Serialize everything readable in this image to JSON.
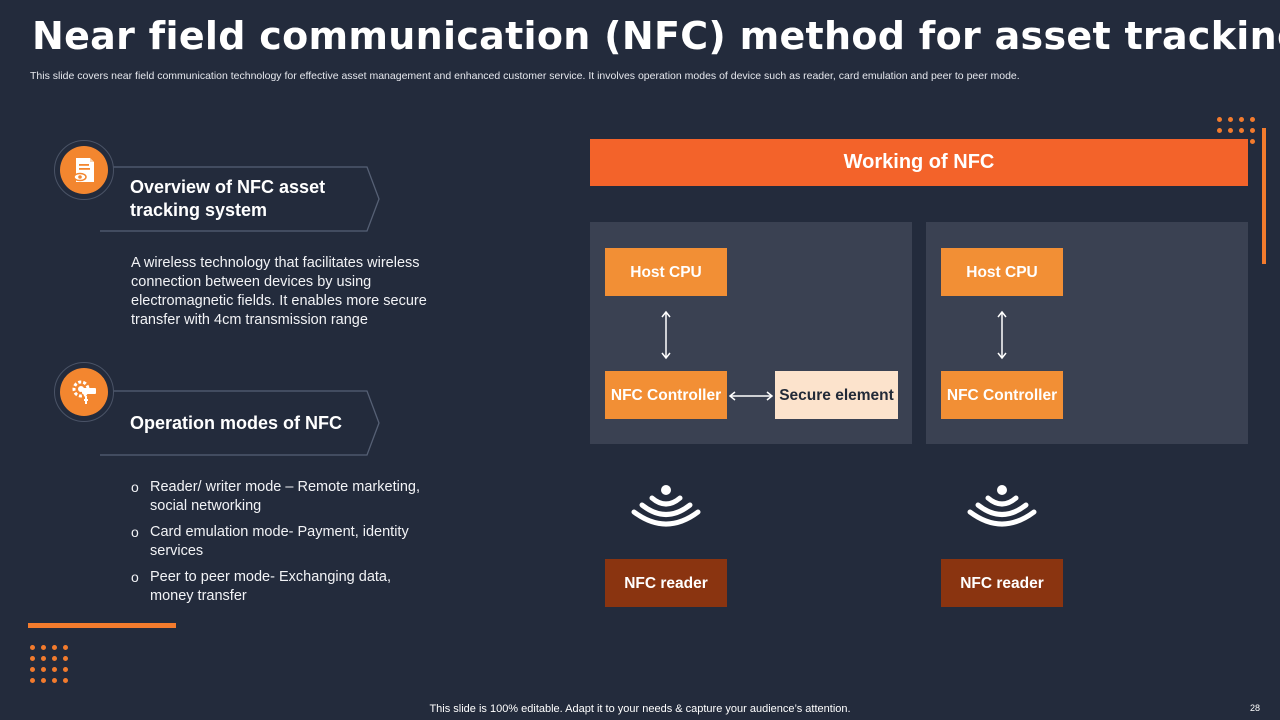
{
  "slide": {
    "title": "Near field communication (NFC) method for asset tracking",
    "subtitle": "This slide covers near field communication technology for effective asset management and enhanced customer service. It involves operation modes of device such as reader, card emulation and peer to peer mode.",
    "footer": "This slide is 100% editable. Adapt it to your needs & capture your audience’s attention.",
    "page_number": "28"
  },
  "left": {
    "section1": {
      "icon": "document-icon",
      "heading": "Overview of NFC asset tracking system",
      "description": "A wireless technology that facilitates wireless connection between devices by using electromagnetic fields. It enables more secure transfer with 4cm transmission range"
    },
    "section2": {
      "icon": "modes-gear-icon",
      "heading": "Operation modes of NFC",
      "modes": [
        "Reader/ writer mode – Remote marketing, social networking",
        "Card emulation mode- Payment, identity services",
        "Peer to peer mode- Exchanging data, money transfer"
      ]
    }
  },
  "diagram": {
    "header": "Working of NFC",
    "panel1": {
      "host": "Host CPU",
      "controller": "NFC Controller",
      "secure_element": "Secure element",
      "reader": "NFC reader"
    },
    "panel2": {
      "host": "Host CPU",
      "controller": "NFC Controller",
      "reader": "NFC reader"
    }
  },
  "colors": {
    "background": "#232b3c",
    "accent": "#f3632a",
    "box": "#f28f35",
    "reader": "#8a3410",
    "secure": "#fce3cc",
    "panel": "#3a4152"
  }
}
